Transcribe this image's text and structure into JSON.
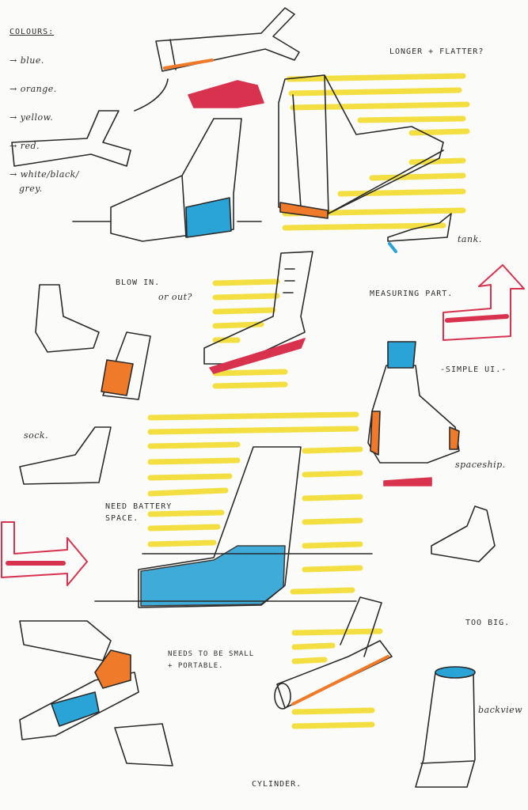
{
  "colours_legend": {
    "title": "COLOURS:",
    "items": [
      "→ blue.",
      "→ orange.",
      "→ yellow.",
      "→ red.",
      "→ white/black/\n   grey."
    ]
  },
  "annotations": {
    "longer_flatter": "LONGER + FLATTER?",
    "tank": "tank.",
    "blow_in": "BLOW IN.",
    "or_out": "or out?",
    "measuring_part": "MEASURING PART.",
    "simple_ui": "-SIMPLE UI.-",
    "sock": "sock.",
    "spaceship": "spaceship.",
    "need_battery": "NEED BATTERY\nSPACE.",
    "too_big": "TOO BIG.",
    "small_portable": "NEEDS TO BE SMALL\n+ PORTABLE.",
    "cylinder": "CYLINDER.",
    "backview": "backview"
  },
  "colors": {
    "paper": "#fbfbf9",
    "ink": "#2a2a2a",
    "yellow": "#f2dc2c",
    "blue": "#2aa3d6",
    "orange": "#ef7a2a",
    "red": "#d8324f"
  }
}
